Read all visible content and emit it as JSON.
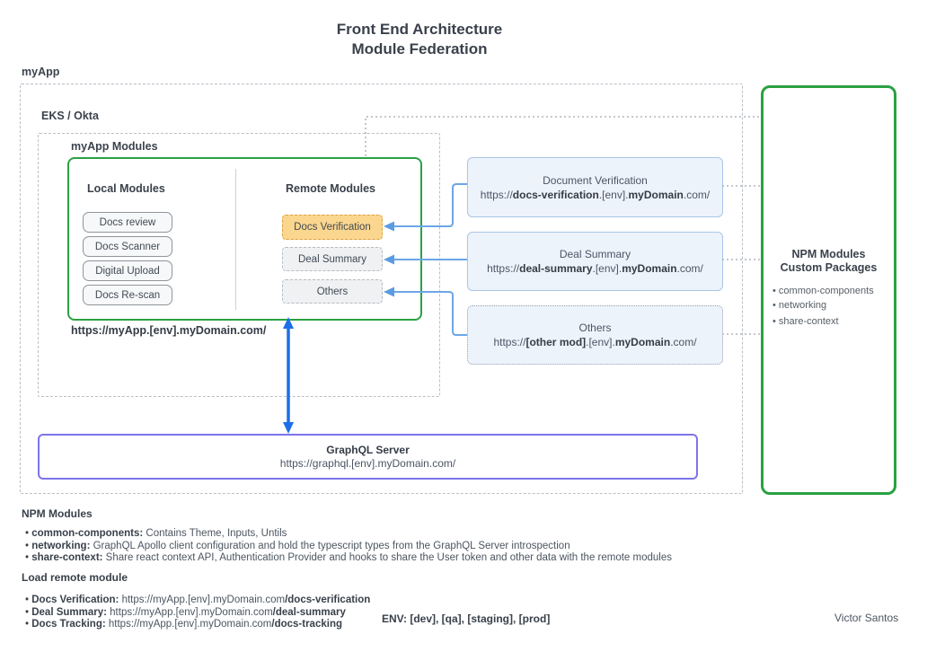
{
  "colors": {
    "green": "#2aa143",
    "purple": "#7d74ea",
    "blue_strong": "#1d6fe8",
    "blue_light": "#6ca6e8",
    "orange_fill": "#fbd68e",
    "service_fill": "#edf3fb",
    "text_dark": "#3c434d"
  },
  "title": {
    "line1": "Front End Architecture",
    "line2": "Module Federation"
  },
  "labels": {
    "outer_box": "myApp",
    "eks": "EKS / Okta",
    "modules_box": "myApp Modules",
    "app_url": "https://myApp.[env].myDomain.com/",
    "env": "ENV: [dev], [qa], [staging], [prod]",
    "author": "Victor Santos"
  },
  "local_modules": {
    "heading": "Local Modules",
    "items": [
      "Docs review",
      "Docs Scanner",
      "Digital Upload",
      "Docs Re-scan"
    ]
  },
  "remote_modules": {
    "heading": "Remote Modules",
    "items": [
      "Docs Verification",
      "Deal Summary",
      "Others"
    ]
  },
  "remote_services": [
    {
      "name": "Document Verification",
      "url": {
        "p1": "https://",
        "b1": "docs-verification",
        "p2": ".[env].",
        "b2": "myDomain",
        "p3": ".com/"
      }
    },
    {
      "name": "Deal Summary",
      "url": {
        "p1": "https://",
        "b1": "deal-summary",
        "p2": ".[env].",
        "b2": "myDomain",
        "p3": ".com/"
      }
    },
    {
      "name": "Others",
      "url": {
        "p1": "https://",
        "b1": "[other mod]",
        "p2": ".[env].",
        "b2": "myDomain",
        "p3": ".com/"
      }
    }
  ],
  "npm_box": {
    "heading1": "NPM Modules",
    "heading2": "Custom Packages",
    "items": [
      "common-components",
      "networking",
      "share-context"
    ]
  },
  "graphql": {
    "name": "GraphQL Server",
    "url": "https://graphql.[env].myDomain.com/"
  },
  "npm_notes": {
    "heading": "NPM Modules",
    "items": [
      {
        "term": "common-components:",
        "desc": " Contains Theme, Inputs, Untils"
      },
      {
        "term": "networking:",
        "desc": " GraphQL Apollo client configuration and hold the typescript types from the GraphQL Server introspection"
      },
      {
        "term": "share-context:",
        "desc": " Share react context API, Authentication Provider and hooks to share the User token and other data with the remote modules"
      }
    ]
  },
  "load_notes": {
    "heading": "Load remote module",
    "items": [
      {
        "term": "Docs Verification:",
        "url": " https://myApp.[env].myDomain.com",
        "path": "/docs-verification"
      },
      {
        "term": "Deal Summary:",
        "url": " https://myApp.[env].myDomain.com",
        "path": "/deal-summary"
      },
      {
        "term": "Docs Tracking:",
        "url": " https://myApp.[env].myDomain.com",
        "path": "/docs-tracking"
      }
    ]
  }
}
